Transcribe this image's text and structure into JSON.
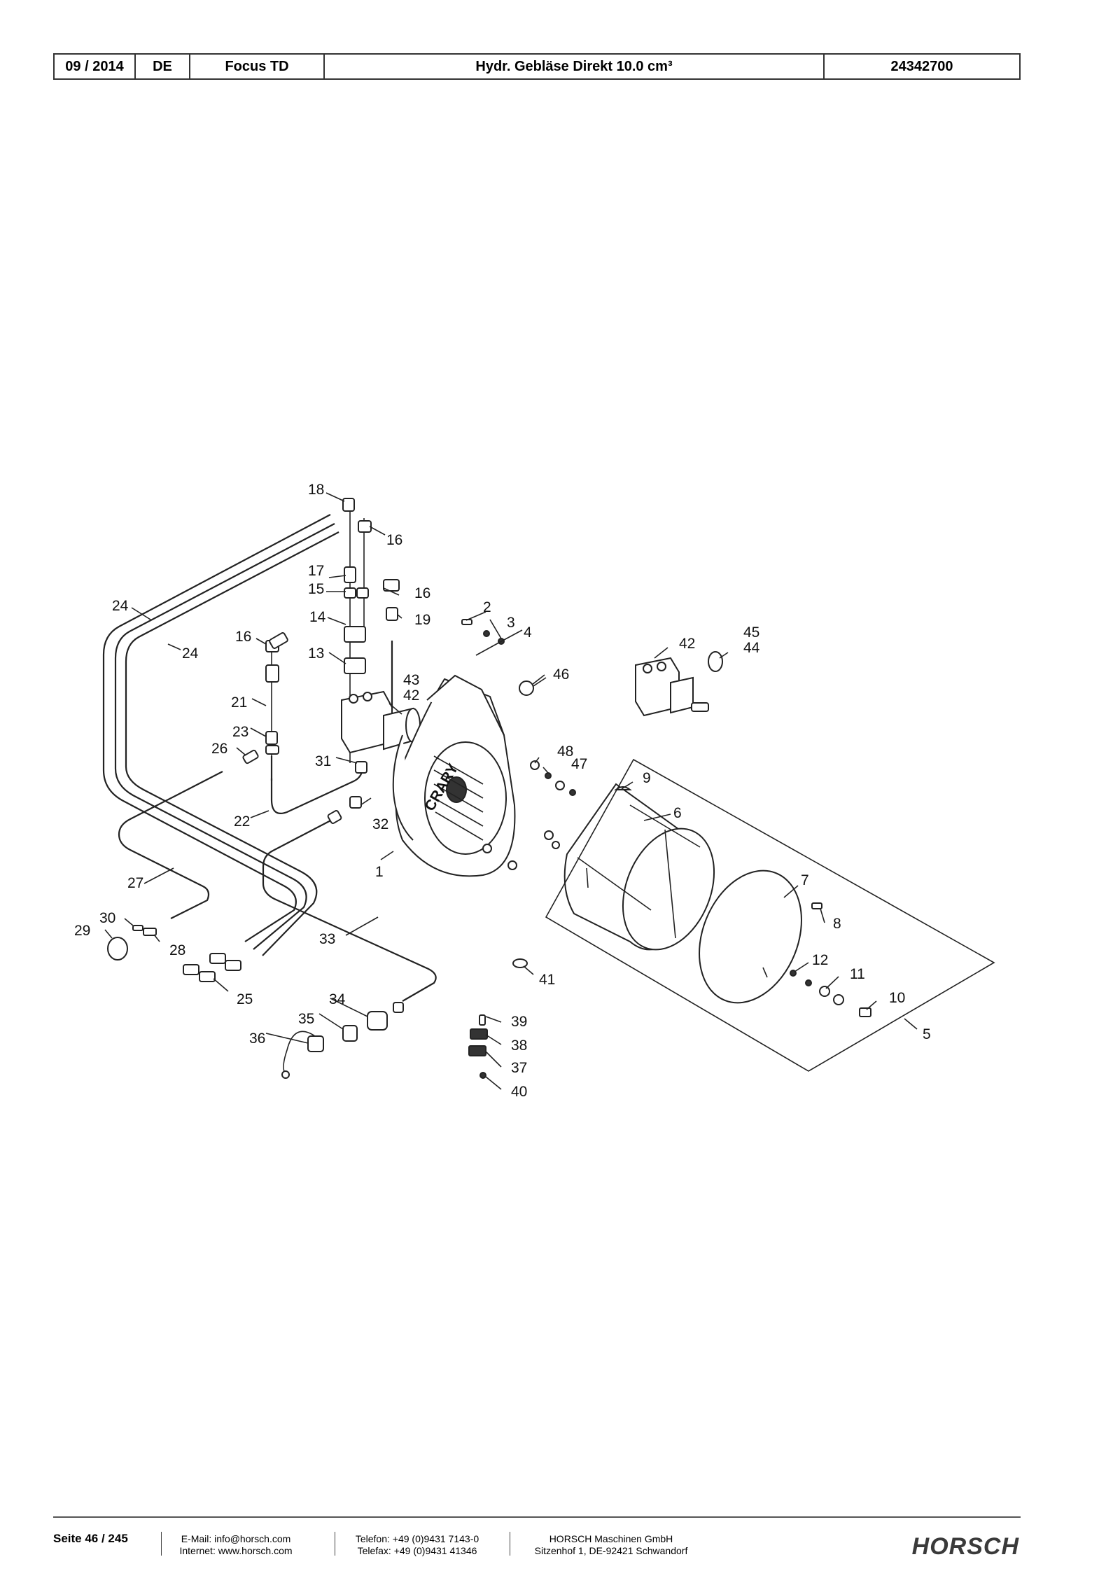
{
  "header": {
    "date": "09 / 2014",
    "language": "DE",
    "model": "Focus TD",
    "title": "Hydr. Gebläse Direkt 10.0 cm³",
    "part_number": "24342700"
  },
  "callouts": {
    "c1": "1",
    "c2": "2",
    "c3": "3",
    "c4": "4",
    "c5": "5",
    "c6": "6",
    "c7": "7",
    "c8": "8",
    "c9": "9",
    "c10": "10",
    "c11": "11",
    "c12": "12",
    "c13": "13",
    "c14": "14",
    "c15": "15",
    "c16a": "16",
    "c16b": "16",
    "c16c": "16",
    "c17": "17",
    "c18": "18",
    "c19": "19",
    "c21": "21",
    "c22": "22",
    "c23": "23",
    "c24a": "24",
    "c24b": "24",
    "c25": "25",
    "c26": "26",
    "c27": "27",
    "c28": "28",
    "c29": "29",
    "c30": "30",
    "c31": "31",
    "c32": "32",
    "c33": "33",
    "c34": "34",
    "c35": "35",
    "c36": "36",
    "c37": "37",
    "c38": "38",
    "c39": "39",
    "c40": "40",
    "c41": "41",
    "c42a": "42",
    "c42b": "42",
    "c43": "43",
    "c44": "44",
    "c45": "45",
    "c46": "46",
    "c47": "47",
    "c48": "48"
  },
  "fan_logo_text": "CRARY",
  "footer": {
    "page": "Seite 46 / 245",
    "email": "E-Mail: info@horsch.com",
    "internet": "Internet: www.horsch.com",
    "phone": "Telefon: +49 (0)9431 7143-0",
    "fax": "Telefax: +49 (0)9431 41346",
    "company": "HORSCH Maschinen GmbH",
    "address": "Sitzenhof 1, DE-92421 Schwandorf",
    "logo": "HORSCH"
  }
}
